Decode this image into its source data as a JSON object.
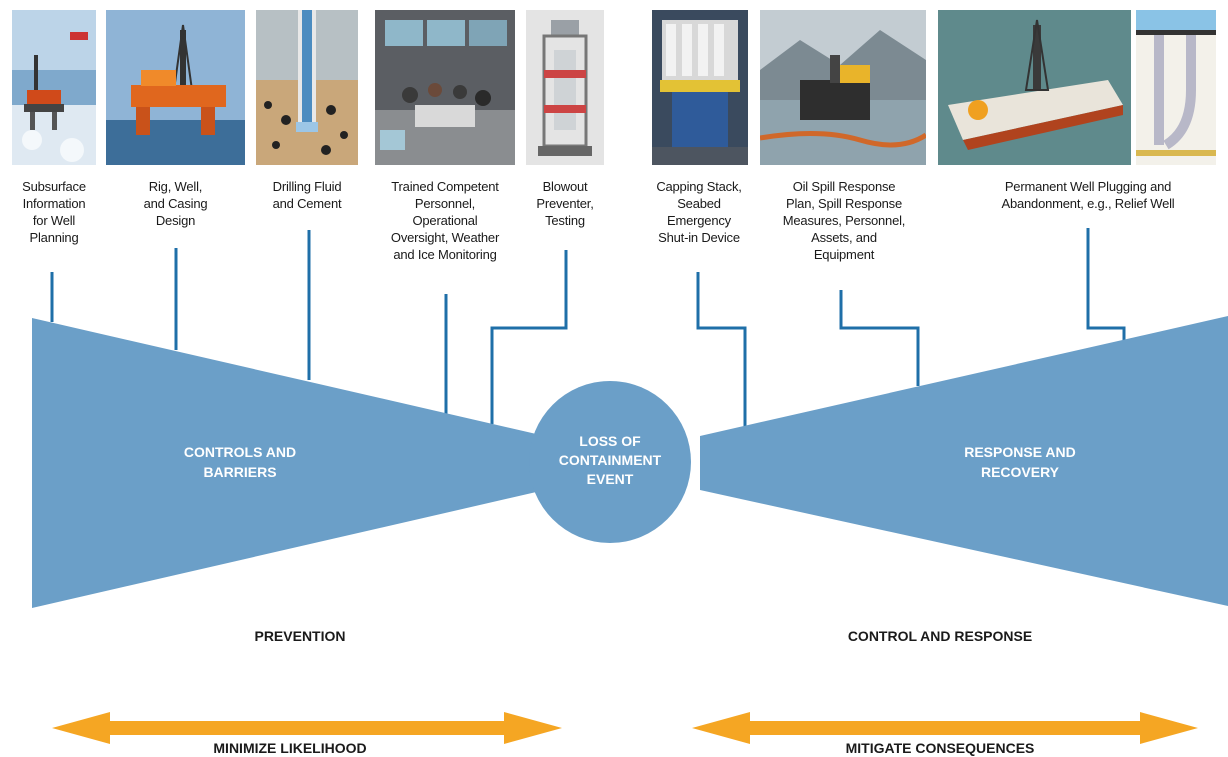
{
  "barriers": [
    {
      "id": "subsurface",
      "caption": "Subsurface\nInformation\nfor Well\nPlanning",
      "photo": "offshore-platform-in-ice-photo"
    },
    {
      "id": "rig-well",
      "caption": "Rig, Well,\nand Casing\nDesign",
      "photo": "semisubmersible-rig-photo"
    },
    {
      "id": "drilling-fluid",
      "caption": "Drilling Fluid\nand Cement",
      "photo": "wellbore-cement-photo"
    },
    {
      "id": "personnel",
      "caption": "Trained Competent\nPersonnel,\nOperational\nOversight, Weather\nand Ice Monitoring",
      "photo": "control-room-photo"
    },
    {
      "id": "bop",
      "caption": "Blowout\nPreventer,\nTesting",
      "photo": "blowout-preventer-photo"
    },
    {
      "id": "capping",
      "caption": "Capping Stack,\nSeabed\nEmergency\nShut-in Device",
      "photo": "capping-stack-photo"
    },
    {
      "id": "oil-spill",
      "caption": "Oil Spill Response\nPlan, Spill Response\nMeasures, Personnel,\nAssets, and\nEquipment",
      "photo": "spill-response-vessel-photo"
    },
    {
      "id": "plugging",
      "caption": "Permanent Well Plugging and\nAbandonment, e.g., Relief Well",
      "photo": "drillship-and-relief-well-photo"
    }
  ],
  "bowtie": {
    "left_label": "CONTROLS AND\nBARRIERS",
    "center_label": "LOSS OF\nCONTAINMENT\nEVENT",
    "right_label": "RESPONSE AND\nRECOVERY"
  },
  "sections": {
    "prevention": "PREVENTION",
    "control_response": "CONTROL AND RESPONSE"
  },
  "arrows": {
    "left": "MINIMIZE LIKELIHOOD",
    "right": "MITIGATE CONSEQUENCES"
  },
  "colors": {
    "bowtie_fill": "#6b9fc8",
    "connector_line": "#1f6fa8",
    "arrow_fill": "#f5a623"
  }
}
